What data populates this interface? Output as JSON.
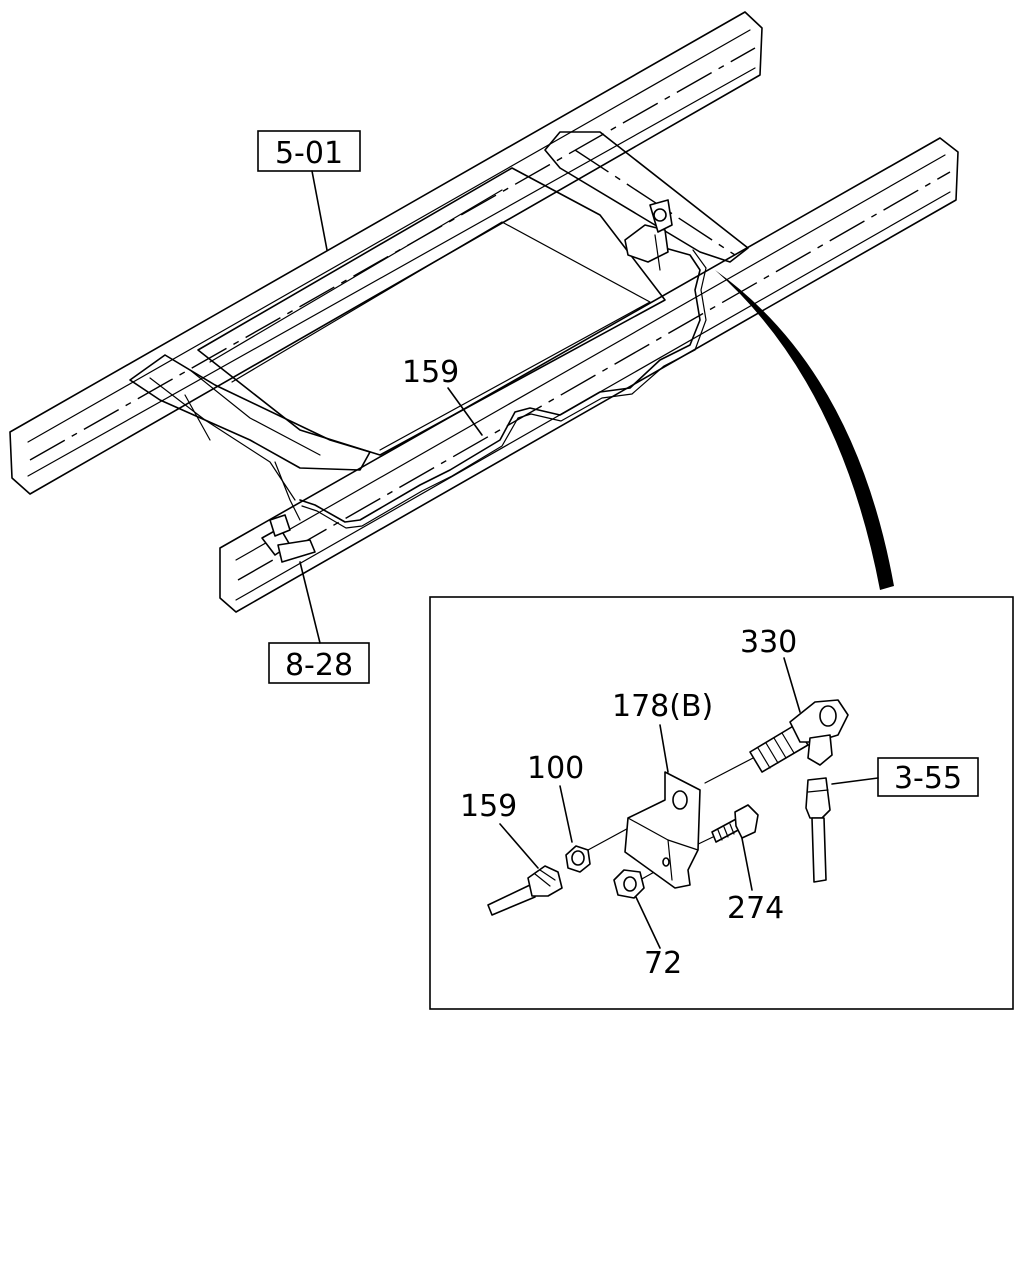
{
  "references": {
    "frame": "5-01",
    "rear_mount": "8-28",
    "hose": "3-55"
  },
  "main_labels": {
    "pipe": "159"
  },
  "detail_labels": {
    "connector": "330",
    "bracket": "178(B)",
    "nut": "100",
    "pipe": "159",
    "hose_ref": "3-55",
    "bolt": "274",
    "flange_nut": "72"
  }
}
